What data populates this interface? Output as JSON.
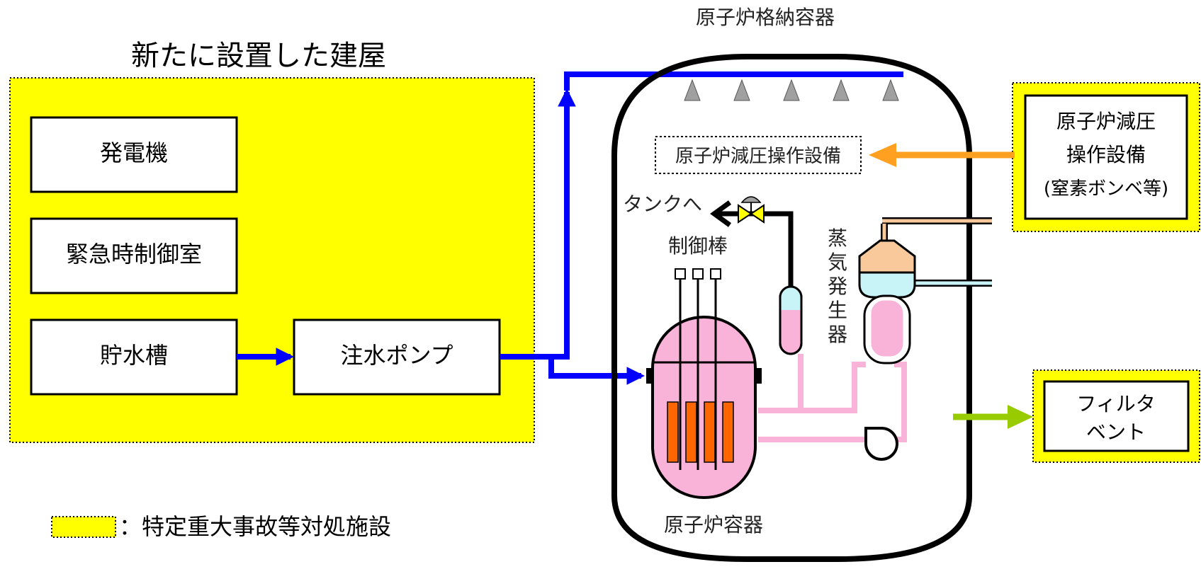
{
  "containment_title": "原子炉格納容器",
  "new_building_title": "新たに設置した建屋",
  "boxes": {
    "generator": "発電機",
    "emergency_control_room": "緊急時制御室",
    "water_tank": "貯水槽",
    "injection_pump": "注水ポンプ"
  },
  "depressurization_inside": "原子炉減圧操作設備",
  "depressurization_outside": {
    "line1": "原子炉減圧",
    "line2": "操作設備",
    "line3": "(窒素ボンベ等)"
  },
  "filter_vent": {
    "line1": "フィルタ",
    "line2": "ベント"
  },
  "to_tank": "タンクへ",
  "control_rods": "制御棒",
  "steam_generator": [
    "蒸",
    "気",
    "発",
    "生",
    "器"
  ],
  "reactor_vessel": "原子炉容器",
  "legend_text": "：特定重大事故等対処施設",
  "colors": {
    "facility_fill": "#ffff00",
    "water_line": "#0000ff",
    "nitrogen_line": "#ffa020",
    "vent_line": "#99cc00",
    "reactor_fill": "#f9b3d9",
    "fuel": "#ff6600",
    "coolant_pipe": "#f9b3d9",
    "steam_dome": "#f9c99b",
    "steam_mid": "#c8f4f8"
  }
}
